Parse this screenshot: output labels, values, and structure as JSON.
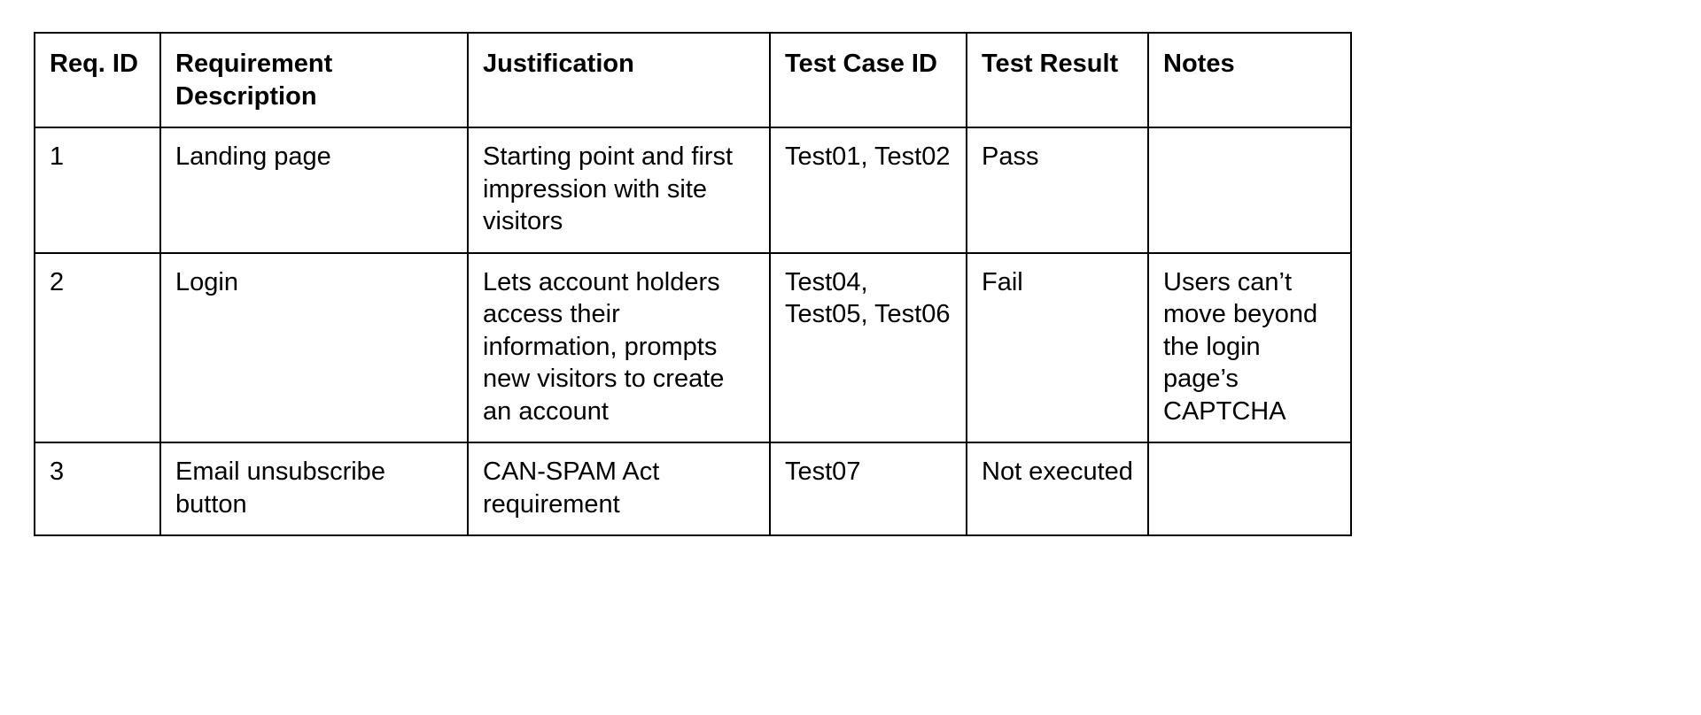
{
  "document": {
    "type": "requirements-traceability-table",
    "background_color": "#ffffff",
    "text_color": "#000000",
    "border_color": "#000000"
  },
  "table": {
    "columns": [
      {
        "key": "req_id",
        "label": "Req. ID"
      },
      {
        "key": "description",
        "label": "Requirement Description"
      },
      {
        "key": "justification",
        "label": "Justification"
      },
      {
        "key": "test_case_id",
        "label": "Test Case ID"
      },
      {
        "key": "test_result",
        "label": "Test Result"
      },
      {
        "key": "notes",
        "label": "Notes"
      }
    ],
    "headers": {
      "req_id": "Req. ID",
      "description": "Requirement Description",
      "justification": "Justification",
      "test_case_id": "Test Case ID",
      "test_result": "Test Result",
      "notes": "Notes"
    },
    "rows": [
      {
        "req_id": "1",
        "description": "Landing page",
        "justification": "Starting point and first impression with site visitors",
        "test_case_id": "Test01, Test02",
        "test_result": "Pass",
        "notes": ""
      },
      {
        "req_id": "2",
        "description": "Login",
        "justification": "Lets account holders access their information, prompts new visitors to create an account",
        "test_case_id": "Test04, Test05, Test06",
        "test_result": "Fail",
        "notes": "Users can’t move beyond the login page’s CAPTCHA"
      },
      {
        "req_id": "3",
        "description": "Email unsubscribe button",
        "justification": "CAN-SPAM Act requirement",
        "test_case_id": "Test07",
        "test_result": "Not executed",
        "notes": ""
      }
    ]
  }
}
